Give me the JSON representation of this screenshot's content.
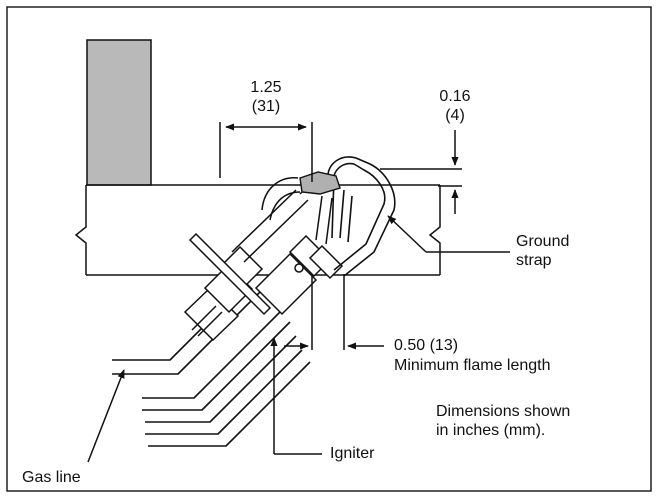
{
  "dimensions": {
    "top_span": {
      "inches": "1.25",
      "mm": "(31)"
    },
    "gap": {
      "inches": "0.16",
      "mm": "(4)"
    },
    "flame": {
      "value": "0.50 (13)",
      "caption": "Minimum flame length"
    }
  },
  "labels": {
    "ground_strap_line1": "Ground",
    "ground_strap_line2": "strap",
    "igniter": "Igniter",
    "gas_line": "Gas line"
  },
  "note": {
    "line1": "Dimensions shown",
    "line2": "in inches (mm)."
  },
  "colors": {
    "line": "#111111",
    "post_fill": "#b9b9b9",
    "tip_fill": "#b0b0b0",
    "background": "#ffffff"
  }
}
